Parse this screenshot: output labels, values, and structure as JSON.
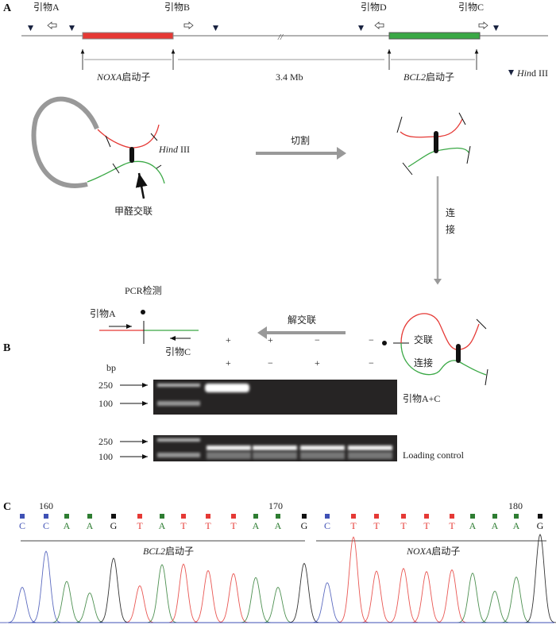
{
  "panel_a": {
    "label": "A",
    "primers": {
      "a": "引物A",
      "b": "引物B",
      "c": "引物C",
      "d": "引物D"
    },
    "noxa_promoter": "NOXA启动子",
    "noxa_italic": "NOXA",
    "bcl2_italic": "BCL2",
    "promoter_suffix": "启动子",
    "distance": "3.4 Mb",
    "hind_legend_italic": "Hin",
    "hind_legend_rest": "d III",
    "hind_label_italic": "Hind",
    "hind_label_rest": " III",
    "crosslink_label": "甲醛交联",
    "step_cut": "切割",
    "step_ligate_1": "连",
    "step_ligate_2": "接",
    "step_reverse": "解交联",
    "pcr_label": "PCR检测",
    "pcr_primer_a": "引物A",
    "pcr_primer_c": "引物C",
    "colors": {
      "noxa": "#e53935",
      "bcl2": "#3aa845",
      "dna": "#999999"
    }
  },
  "panel_b": {
    "label": "B",
    "row1_label": "交联",
    "row2_label": "连接",
    "row1_signs": [
      "+",
      "+",
      "−",
      "−"
    ],
    "row2_signs": [
      "+",
      "−",
      "+",
      "−"
    ],
    "bp_label": "bp",
    "gel1": {
      "marker_250": "250",
      "marker_100": "100",
      "label": "引物A+C",
      "band_present": [
        true,
        false,
        false,
        false
      ]
    },
    "gel2": {
      "marker_250": "250",
      "marker_100": "100",
      "label": "Loading control",
      "band_present": [
        true,
        true,
        true,
        true
      ]
    }
  },
  "panel_c": {
    "label": "C",
    "position_labels": [
      "160",
      "170",
      "180"
    ],
    "bcl2_italic": "BCL2",
    "noxa_italic": "NOXA",
    "promoter_suffix": "启动子",
    "bases": [
      "C",
      "C",
      "A",
      "A",
      "G",
      "T",
      "A",
      "T",
      "T",
      "T",
      "A",
      "A",
      "G",
      "C",
      "T",
      "T",
      "T",
      "T",
      "T",
      "A",
      "A",
      "A",
      "G"
    ],
    "peak_heights": [
      137,
      277,
      160,
      115,
      250,
      143,
      225,
      227,
      202,
      190,
      175,
      137,
      230,
      155,
      332,
      200,
      210,
      198,
      205,
      192,
      122,
      177,
      342
    ],
    "base_colors": {
      "A": "#2e7d32",
      "C": "#3f51b5",
      "G": "#111111",
      "T": "#e53935"
    }
  }
}
